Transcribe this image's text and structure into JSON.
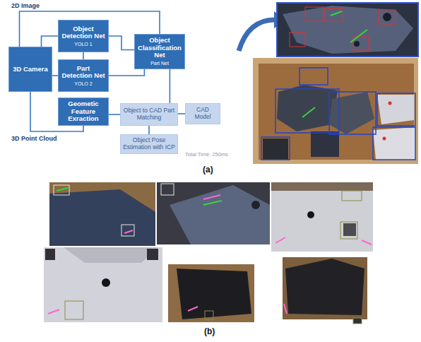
{
  "diagram": {
    "nodes": [
      {
        "text": [
          "3D Camera"
        ]
      },
      {
        "text": [
          "Object Detection Net",
          "YOLO 1"
        ]
      },
      {
        "text": [
          "Part Detection Net",
          "YOLO 2"
        ]
      },
      {
        "text": [
          "Object Classification Net",
          "Part Net"
        ]
      },
      {
        "text": [
          "Geometic Feature Exraction"
        ]
      },
      {
        "text": [
          "Object to CAD Part Matching"
        ]
      },
      {
        "text": [
          "CAD Model"
        ]
      },
      {
        "text": [
          "Object Pose Estimation with ICP"
        ]
      }
    ],
    "edges": [
      {
        "from": 0,
        "to": 3,
        "arrow": "none"
      },
      {
        "from": 0,
        "to": 1,
        "arrow": "none"
      },
      {
        "from": 0,
        "to": 2,
        "arrow": "none"
      },
      {
        "from": 0,
        "to": 4,
        "arrow": "none"
      },
      {
        "from": 1,
        "to": 2,
        "arrow": "none"
      },
      {
        "from": 1,
        "to": 3,
        "arrow": "none"
      },
      {
        "from": 2,
        "to": 3,
        "arrow": "none"
      },
      {
        "from": 3,
        "to": 5,
        "arrow": "none"
      },
      {
        "from": 4,
        "to": 5,
        "arrow": "none"
      },
      {
        "from": 6,
        "to": 5,
        "arrow": "none"
      },
      {
        "from": 5,
        "to": 7,
        "arrow": "none"
      }
    ],
    "labels": [
      "2D Image",
      "3D Point Cloud",
      "Total Time: 250ms",
      "(a)",
      "(b)"
    ]
  }
}
